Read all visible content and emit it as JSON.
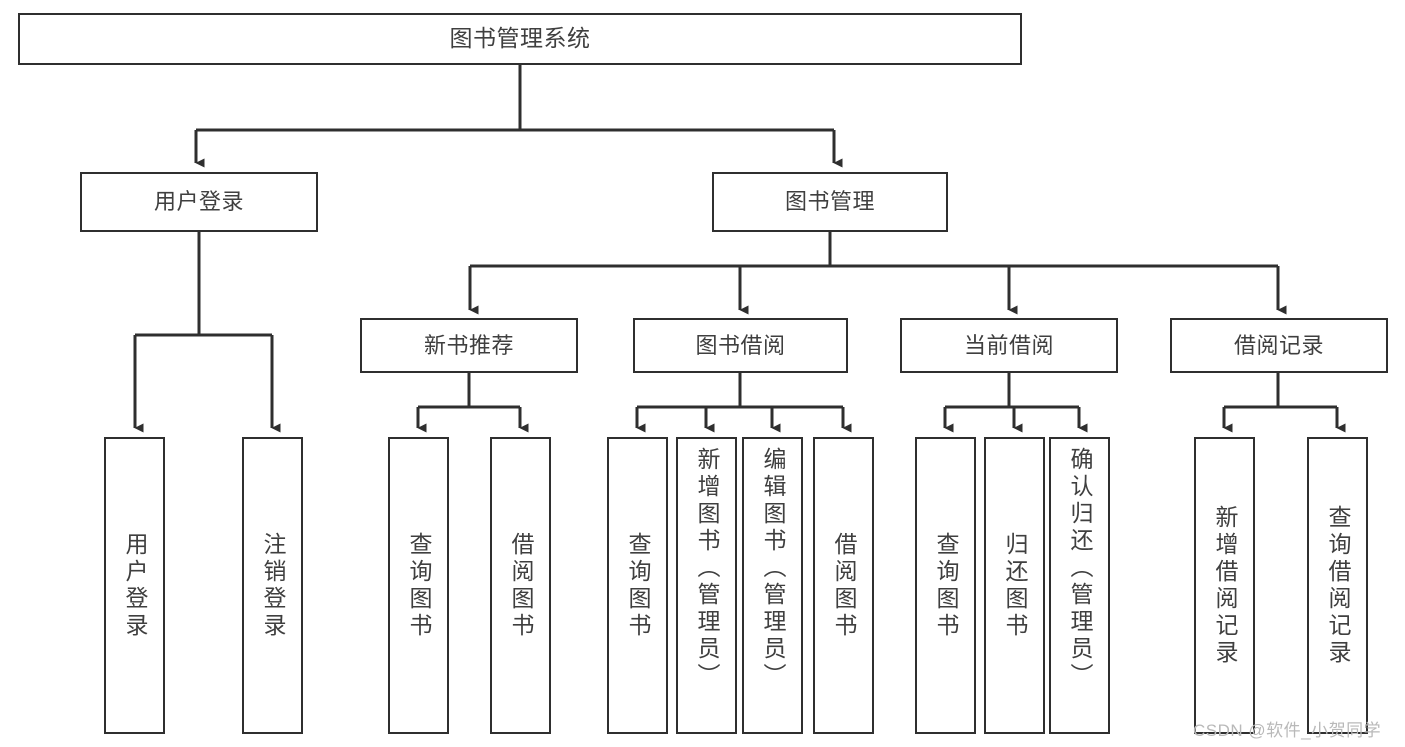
{
  "diagram": {
    "title": "图书管理系统",
    "type": "tree-hierarchy-chart",
    "orientation": "top-down",
    "colors": {
      "box_border": "#2f2f2f",
      "box_fill": "#ffffff",
      "connector": "#2f2f2f",
      "text": "#3f3f3f",
      "watermark": "#b9b9b9",
      "background": "#ffffff"
    },
    "watermark": "CSDN @软件_小贺同学"
  },
  "nodes": {
    "root": {
      "label": "图书管理系统"
    },
    "level2": [
      {
        "id": "user-login",
        "label": "用户登录"
      },
      {
        "id": "book-manage",
        "label": "图书管理"
      }
    ],
    "level3": [
      {
        "id": "new-book-recommend",
        "label": "新书推荐"
      },
      {
        "id": "book-borrow",
        "label": "图书借阅"
      },
      {
        "id": "current-borrow",
        "label": "当前借阅"
      },
      {
        "id": "borrow-record",
        "label": "借阅记录"
      }
    ],
    "leaves": {
      "user_login": [
        {
          "id": "leaf-user-login",
          "label": "用户登录"
        },
        {
          "id": "leaf-logout-login",
          "label": "注销登录"
        }
      ],
      "new_book_recommend": [
        {
          "id": "leaf-query-book-1",
          "label": "查询图书"
        },
        {
          "id": "leaf-borrow-book-1",
          "label": "借阅图书"
        }
      ],
      "book_borrow": [
        {
          "id": "leaf-query-book-2",
          "label": "查询图书"
        },
        {
          "id": "leaf-add-book-admin",
          "label": "新增图书（管理员）"
        },
        {
          "id": "leaf-edit-book-admin",
          "label": "编辑图书（管理员）"
        },
        {
          "id": "leaf-borrow-book-2",
          "label": "借阅图书"
        }
      ],
      "current_borrow": [
        {
          "id": "leaf-query-book-3",
          "label": "查询图书"
        },
        {
          "id": "leaf-return-book",
          "label": "归还图书"
        },
        {
          "id": "leaf-confirm-return-admin",
          "label": "确认归还（管理员）"
        }
      ],
      "borrow_record": [
        {
          "id": "leaf-add-borrow-record",
          "label": "新增借阅记录"
        },
        {
          "id": "leaf-query-borrow-record",
          "label": "查询借阅记录"
        }
      ]
    }
  }
}
